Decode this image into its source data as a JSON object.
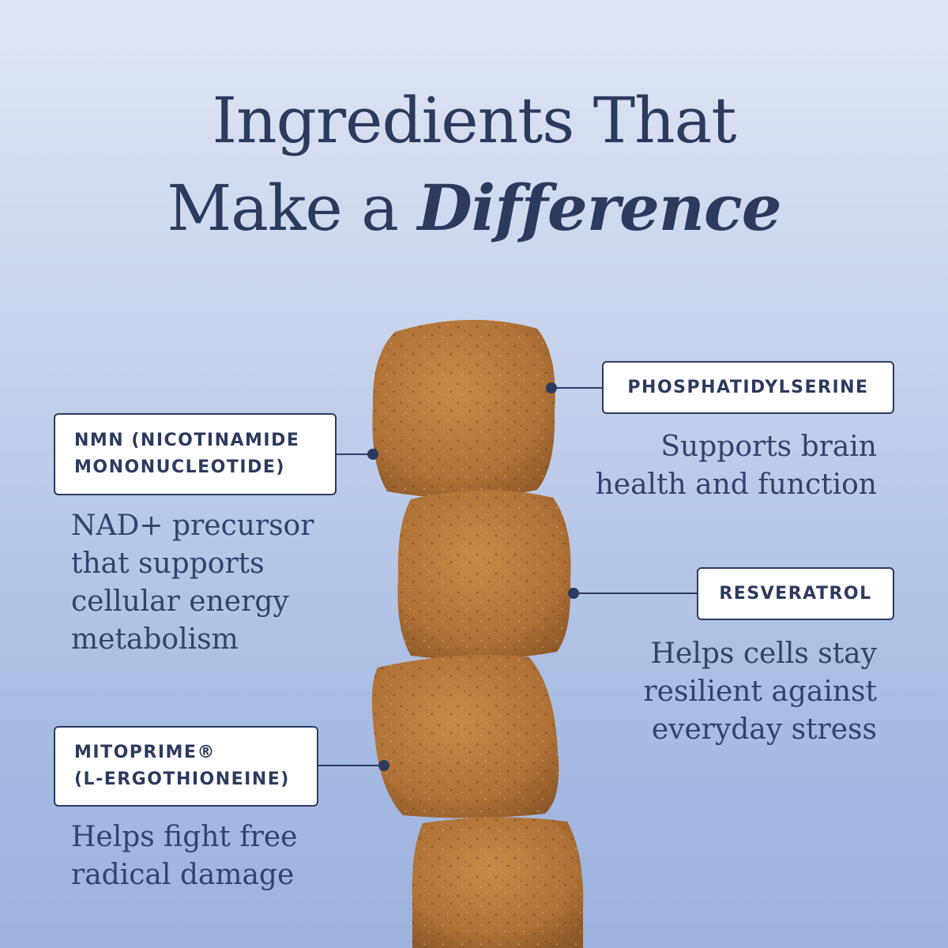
{
  "headline": {
    "line1": "Ingredients That",
    "line2_plain": "Make a ",
    "line2_emphasis": "Difference"
  },
  "ingredients": [
    {
      "name_lines": [
        "NMN (NICOTINAMIDE",
        "MONONUCLEOTIDE)"
      ],
      "description_lines": [
        "NAD+ precursor",
        "that supports",
        "cellular energy",
        "metabolism"
      ]
    },
    {
      "name_lines": [
        "MITOPRIME®",
        "(L-ERGOTHIONEINE)"
      ],
      "description_lines": [
        "Helps fight free",
        "radical damage"
      ]
    },
    {
      "name_lines": [
        "PHOSPHATIDYLSERINE"
      ],
      "description_lines": [
        "Supports brain",
        "health and function"
      ]
    },
    {
      "name_lines": [
        "RESVERATROL"
      ],
      "description_lines": [
        "Helps cells stay",
        "resilient against",
        "everyday stress"
      ]
    }
  ],
  "colors": {
    "navy": "#2c3a5e",
    "chew": "#b97a3e",
    "background_top": "#dfe6f3",
    "background_bottom": "#9cb2dd"
  }
}
